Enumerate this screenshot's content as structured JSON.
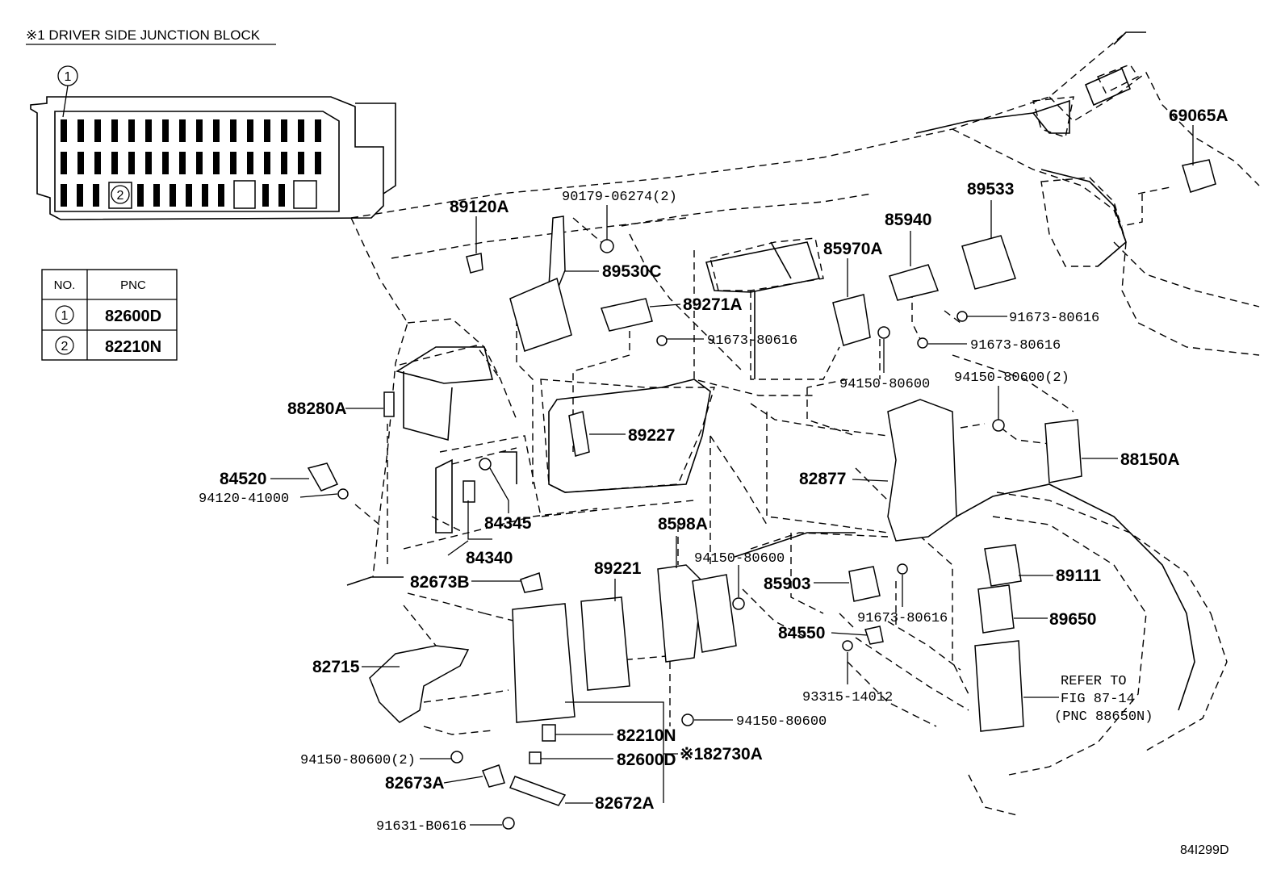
{
  "title": "※1 DRIVER SIDE JUNCTION BLOCK",
  "junction_block": {
    "callout_1": "1",
    "callout_2": "2"
  },
  "pnc_table": {
    "headers": [
      "NO.",
      "PNC"
    ],
    "rows": [
      {
        "no": "1",
        "pnc": "82600D"
      },
      {
        "no": "2",
        "pnc": "82210N"
      }
    ]
  },
  "labels": {
    "p89120A": "89120A",
    "p90179": "90179-06274(2)",
    "p89530C": "89530C",
    "p89271A": "89271A",
    "p91673a": "91673-80616",
    "p85970A": "85970A",
    "p85940": "85940",
    "p89533": "89533",
    "p91673b": "91673-80616",
    "p91673c": "91673-80616",
    "p94150a": "94150-80600",
    "p94150b": "94150-80600(2)",
    "p69065A": "69065A",
    "p88280A": "88280A",
    "p89227": "89227",
    "p84520": "84520",
    "p94120": "94120-41000",
    "p84345": "84345",
    "p84340": "84340",
    "p82673B": "82673B",
    "p82877": "82877",
    "p88150A": "88150A",
    "p8598A": "8598A",
    "p94150c": "94150-80600",
    "p89221": "89221",
    "p85903": "85903",
    "p91673d": "91673-80616",
    "p89111": "89111",
    "p89650": "89650",
    "p84550": "84550",
    "p82715": "82715",
    "p93315": "93315-14012",
    "p94150d": "94150-80600",
    "p82210N": "82210N",
    "p82600D": "82600D",
    "p82730A": "※182730A",
    "p94150e": "94150-80600(2)",
    "p82673A": "82673A",
    "p82672A": "82672A",
    "p91631": "91631-B0616",
    "refer_line1": "REFER TO",
    "refer_line2": "FIG 87-14",
    "refer_line3": "(PNC 88650N)"
  },
  "drawing_code": "84I299D"
}
